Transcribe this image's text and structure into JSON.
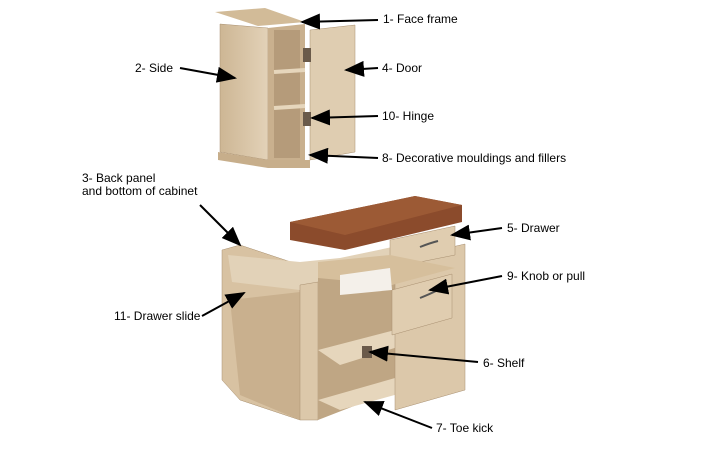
{
  "labels": {
    "face_frame": "1- Face frame",
    "side": "2- Side",
    "back_panel_1": "3- Back panel",
    "back_panel_2": "and bottom of cabinet",
    "door": "4- Door",
    "drawer": "5- Drawer",
    "shelf": "6- Shelf",
    "toe_kick": "7- Toe kick",
    "mouldings": "8- Decorative mouldings and fillers",
    "knob": "9- Knob or pull",
    "hinge": "10- Hinge",
    "drawer_slide": "11- Drawer slide"
  },
  "colors": {
    "wood": "#dcc8aa",
    "wood_dark": "#b89f80",
    "granite": "#8a4a2a",
    "arrow": "#000000"
  }
}
